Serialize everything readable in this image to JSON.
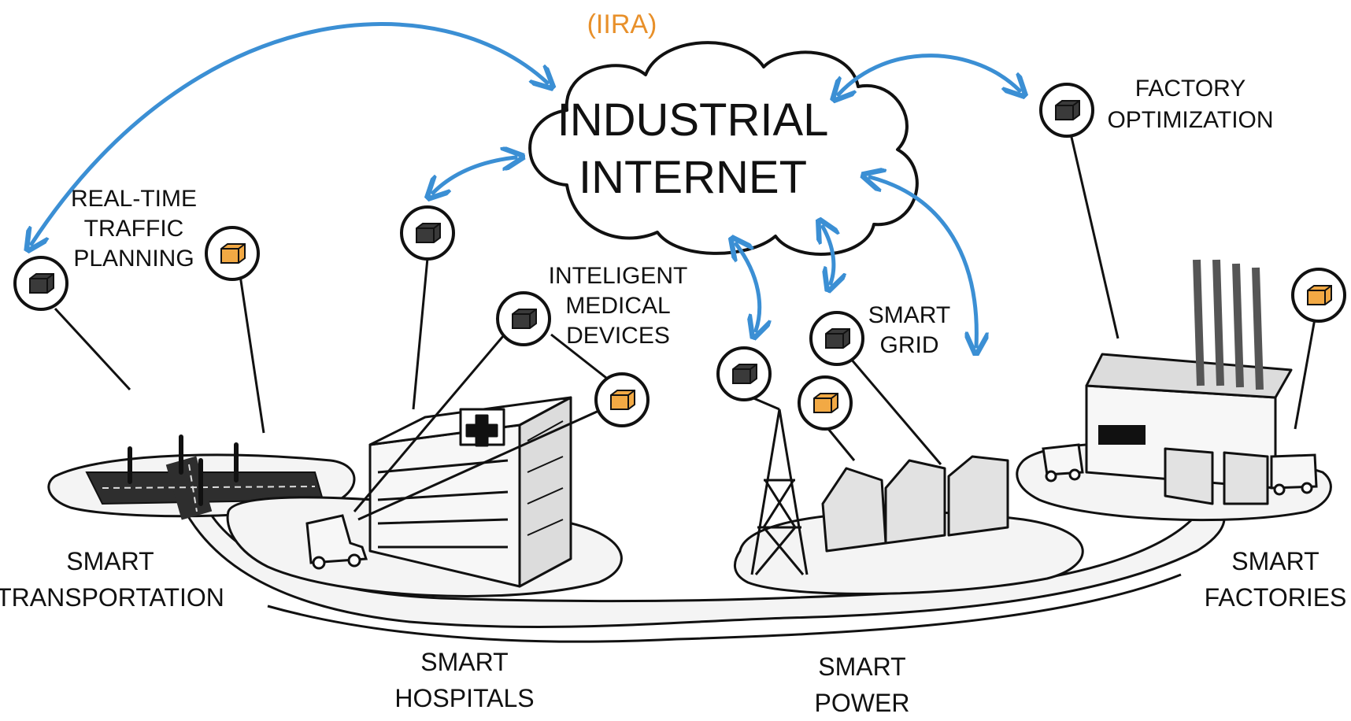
{
  "header": {
    "acronym": "(IIRA)"
  },
  "cloud": {
    "line1": "INDUSTRIAL",
    "line2": "INTERNET"
  },
  "labels": {
    "traffic": [
      "REAL-TIME",
      "TRAFFIC",
      "PLANNING"
    ],
    "medical": [
      "INTELIGENT",
      "MEDICAL",
      "DEVICES"
    ],
    "grid": [
      "SMART",
      "GRID"
    ],
    "factory_opt": [
      "FACTORY",
      "OPTIMIZATION"
    ],
    "transportation": [
      "SMART",
      "TRANSPORTATION"
    ],
    "hospitals": [
      "SMART",
      "HOSPITALS"
    ],
    "power": [
      "SMART",
      "POWER"
    ],
    "factories": [
      "SMART",
      "FACTORIES"
    ]
  },
  "colors": {
    "arrow": "#3b8fd4",
    "device_dark": "#3a3a3a",
    "device_orange": "#f2a944",
    "accent_text": "#e8902a",
    "ink": "#111111",
    "platform": "#f4f4f4",
    "building": "#dcdcdc"
  },
  "icons": [
    "device-dark-icon",
    "device-orange-icon",
    "medical-cross-icon",
    "truck-icon",
    "tower-icon"
  ]
}
